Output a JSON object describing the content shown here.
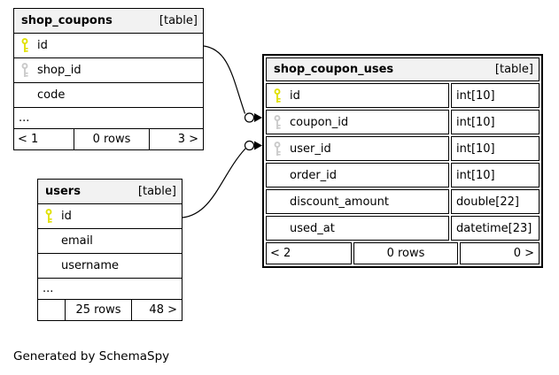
{
  "note": "Generated by SchemaSpy",
  "colors": {
    "primary_key": "#e0e000",
    "indexed_key": "#c9c9c9",
    "header_bg": "#f2f2f2",
    "line": "#000000"
  },
  "tables": {
    "shop_coupons": {
      "title": "shop_coupons",
      "badge": "[table]",
      "rows": [
        {
          "name": "id",
          "key": "primary"
        },
        {
          "name": "shop_id",
          "key": "secondary"
        },
        {
          "name": "code",
          "key": "none"
        }
      ],
      "ellipsis": "...",
      "footer": {
        "prev": "< 1",
        "rows": "0 rows",
        "next": "3 >"
      }
    },
    "shop_coupon_uses": {
      "title": "shop_coupon_uses",
      "badge": "[table]",
      "rows": [
        {
          "name": "id",
          "type": "int[10]",
          "key": "primary"
        },
        {
          "name": "coupon_id",
          "type": "int[10]",
          "key": "secondary"
        },
        {
          "name": "user_id",
          "type": "int[10]",
          "key": "secondary"
        },
        {
          "name": "order_id",
          "type": "int[10]",
          "key": "none"
        },
        {
          "name": "discount_amount",
          "type": "double[22]",
          "key": "none"
        },
        {
          "name": "used_at",
          "type": "datetime[23]",
          "key": "none"
        }
      ],
      "footer": {
        "prev": "< 2",
        "rows": "0 rows",
        "next": "0 >"
      }
    },
    "users": {
      "title": "users",
      "badge": "[table]",
      "rows": [
        {
          "name": "id",
          "key": "primary"
        },
        {
          "name": "email",
          "key": "none"
        },
        {
          "name": "username",
          "key": "none"
        }
      ],
      "ellipsis": "...",
      "footer": {
        "prev": "",
        "rows": "25 rows",
        "next": "48 >"
      }
    }
  },
  "relationships": [
    {
      "from": "shop_coupons.id",
      "to": "shop_coupon_uses.coupon_id",
      "cardinality": "zero-or-many"
    },
    {
      "from": "users.id",
      "to": "shop_coupon_uses.user_id",
      "cardinality": "zero-or-many"
    }
  ]
}
